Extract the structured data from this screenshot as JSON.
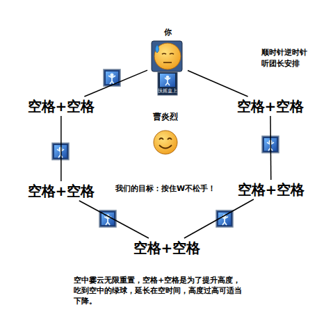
{
  "diagram": {
    "caption": "空中霎云无限重置，空格+空格是为了提升高度， 吃到空中的绿球，延长在空时间，高度过高可适当 下降。",
    "nodes": [
      {
        "text": [
          "你",
          "扶摇直上"
        ]
      },
      {
        "text": [
          "空格+空格"
        ]
      },
      {
        "text": [
          "空格+空格"
        ]
      },
      {
        "text": [
          "空格+空格"
        ]
      },
      {
        "text": [
          "空格+空格"
        ]
      },
      {
        "text": [
          "空格+空格"
        ]
      }
    ],
    "edges": [
      {
        "from": 0,
        "to": 1,
        "arrow": "none"
      },
      {
        "from": 0,
        "to": 2,
        "arrow": "none"
      },
      {
        "from": 1,
        "to": 3,
        "arrow": "none"
      },
      {
        "from": 2,
        "to": 4,
        "arrow": "none"
      },
      {
        "from": 3,
        "to": 5,
        "arrow": "none"
      },
      {
        "from": 4,
        "to": 5,
        "arrow": "none"
      }
    ],
    "labels": [
      "曹炎烈",
      "我们的目标：按住W不松手！",
      "顺时针逆时针 听团长安排"
    ]
  }
}
